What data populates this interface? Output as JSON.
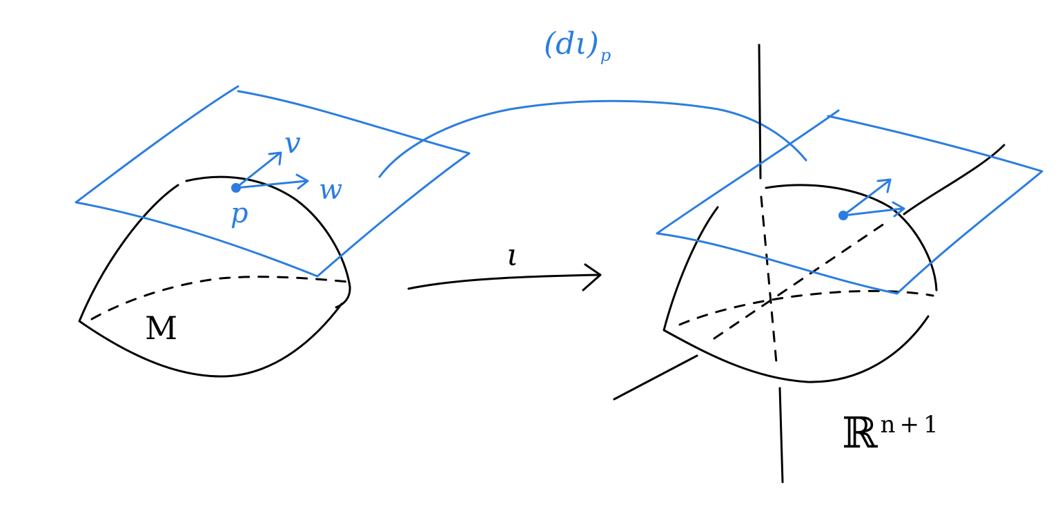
{
  "colors": {
    "ink": "#000000",
    "accent": "#2b7de0"
  },
  "labels": {
    "map_top": "(dι)",
    "map_top_sub": "p",
    "vector_v": "v",
    "vector_w": "w",
    "point_p": "p",
    "map_mid": "ι",
    "manifold": "M",
    "space": "ℝ",
    "space_sup": "n+1"
  }
}
